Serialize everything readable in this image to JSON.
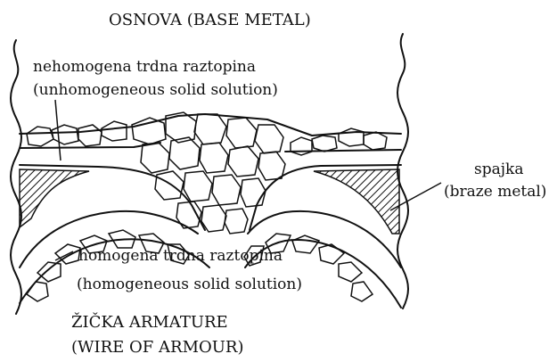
{
  "labels": {
    "base_metal": "OSNOVA (BASE METAL)",
    "unhomog_sl": "nehomogena trdna raztopina",
    "unhomog_en": "(unhomogeneous solid solution)",
    "braze_sl": "spajka",
    "braze_en": "(braze metal)",
    "homog_sl": "homogena trdna raztopina",
    "homog_en": "(homogeneous solid solution)",
    "wire_sl": "ŽIČKA ARMATURE",
    "wire_en": "(WIRE OF ARMOUR)"
  },
  "colors": {
    "ink": "#111111",
    "background": "#ffffff"
  }
}
